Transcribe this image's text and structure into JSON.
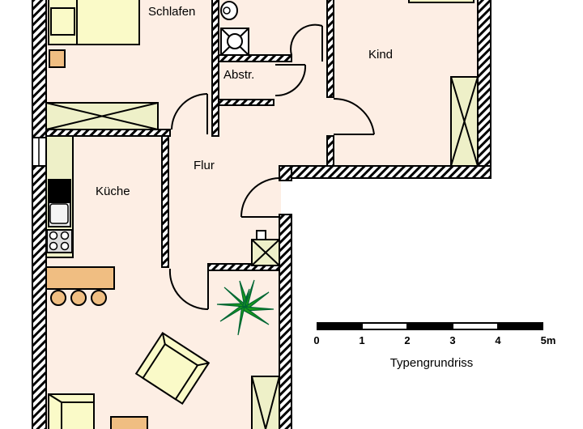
{
  "rooms": {
    "schlafen": "Schlafen",
    "abstr": "Abstr.",
    "kind": "Kind",
    "flur": "Flur",
    "kueche": "Küche"
  },
  "scale_bar": {
    "ticks": [
      "0",
      "1",
      "2",
      "3",
      "4",
      "5m"
    ],
    "caption": "Typengrundriss"
  },
  "colors": {
    "floor": "#fdeee4",
    "furniture_yellow": "#fafac8",
    "cabinet_green": "#eef0c8",
    "wood_orange": "#f0be82",
    "plant_green": "#1a9a1a"
  }
}
